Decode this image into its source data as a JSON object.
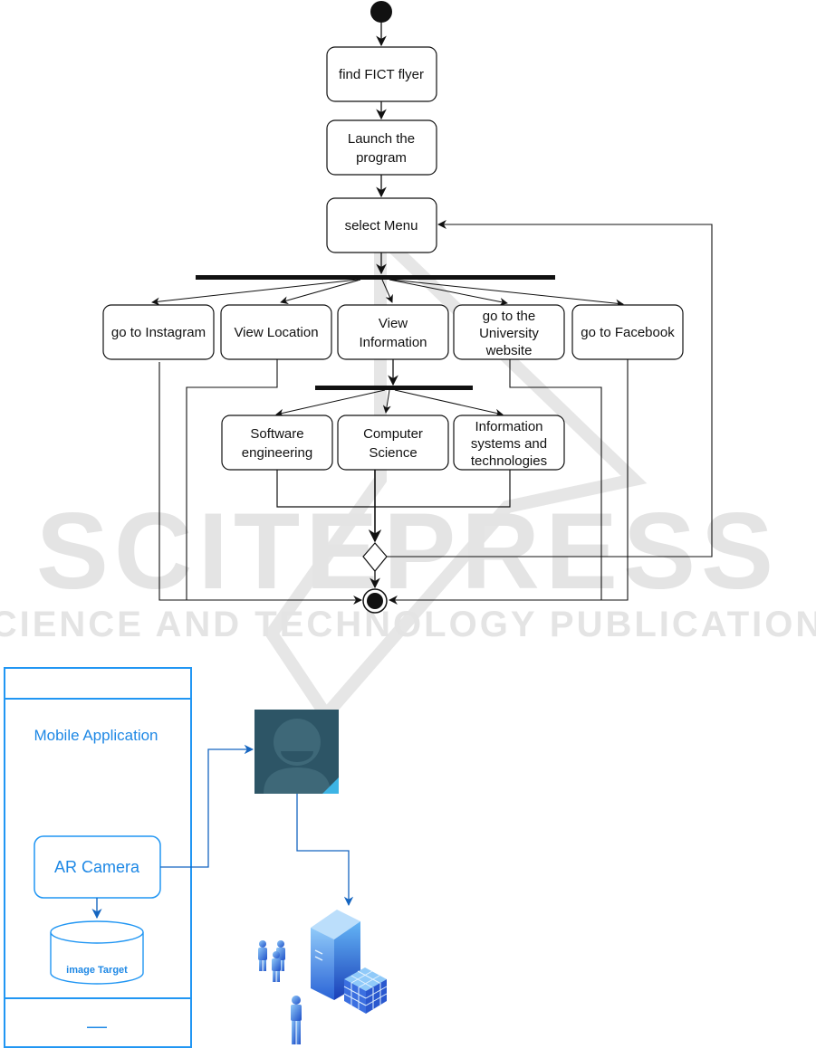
{
  "watermark": {
    "title": "SCITEPRESS",
    "subtitle": "SCIENCE AND TECHNOLOGY PUBLICATIONS"
  },
  "activity_diagram": {
    "start_node": "start",
    "nodes": {
      "find_flyer": "find FICT flyer",
      "launch_program": [
        "Launch the",
        "program"
      ],
      "select_menu": "select Menu",
      "go_instagram": "go to Instagram",
      "view_location": "View Location",
      "view_information": [
        "View",
        "Information"
      ],
      "go_university": [
        "go to the",
        "University",
        "website"
      ],
      "go_facebook": "go to Facebook",
      "software_engineering": [
        "Software",
        "engineering"
      ],
      "computer_science": [
        "Computer",
        "Science"
      ],
      "information_systems": [
        "Information",
        "systems and",
        "technologies"
      ]
    },
    "end_node": "end"
  },
  "architecture_diagram": {
    "mobile_app_title": "Mobile Application",
    "ar_camera_label": "AR Camera",
    "image_target_label": "image Target",
    "footer_dash": "—",
    "colors": {
      "accent": "#1e88e5",
      "user_tile": "#2d5566",
      "user_corner": "#3db4e5"
    }
  }
}
